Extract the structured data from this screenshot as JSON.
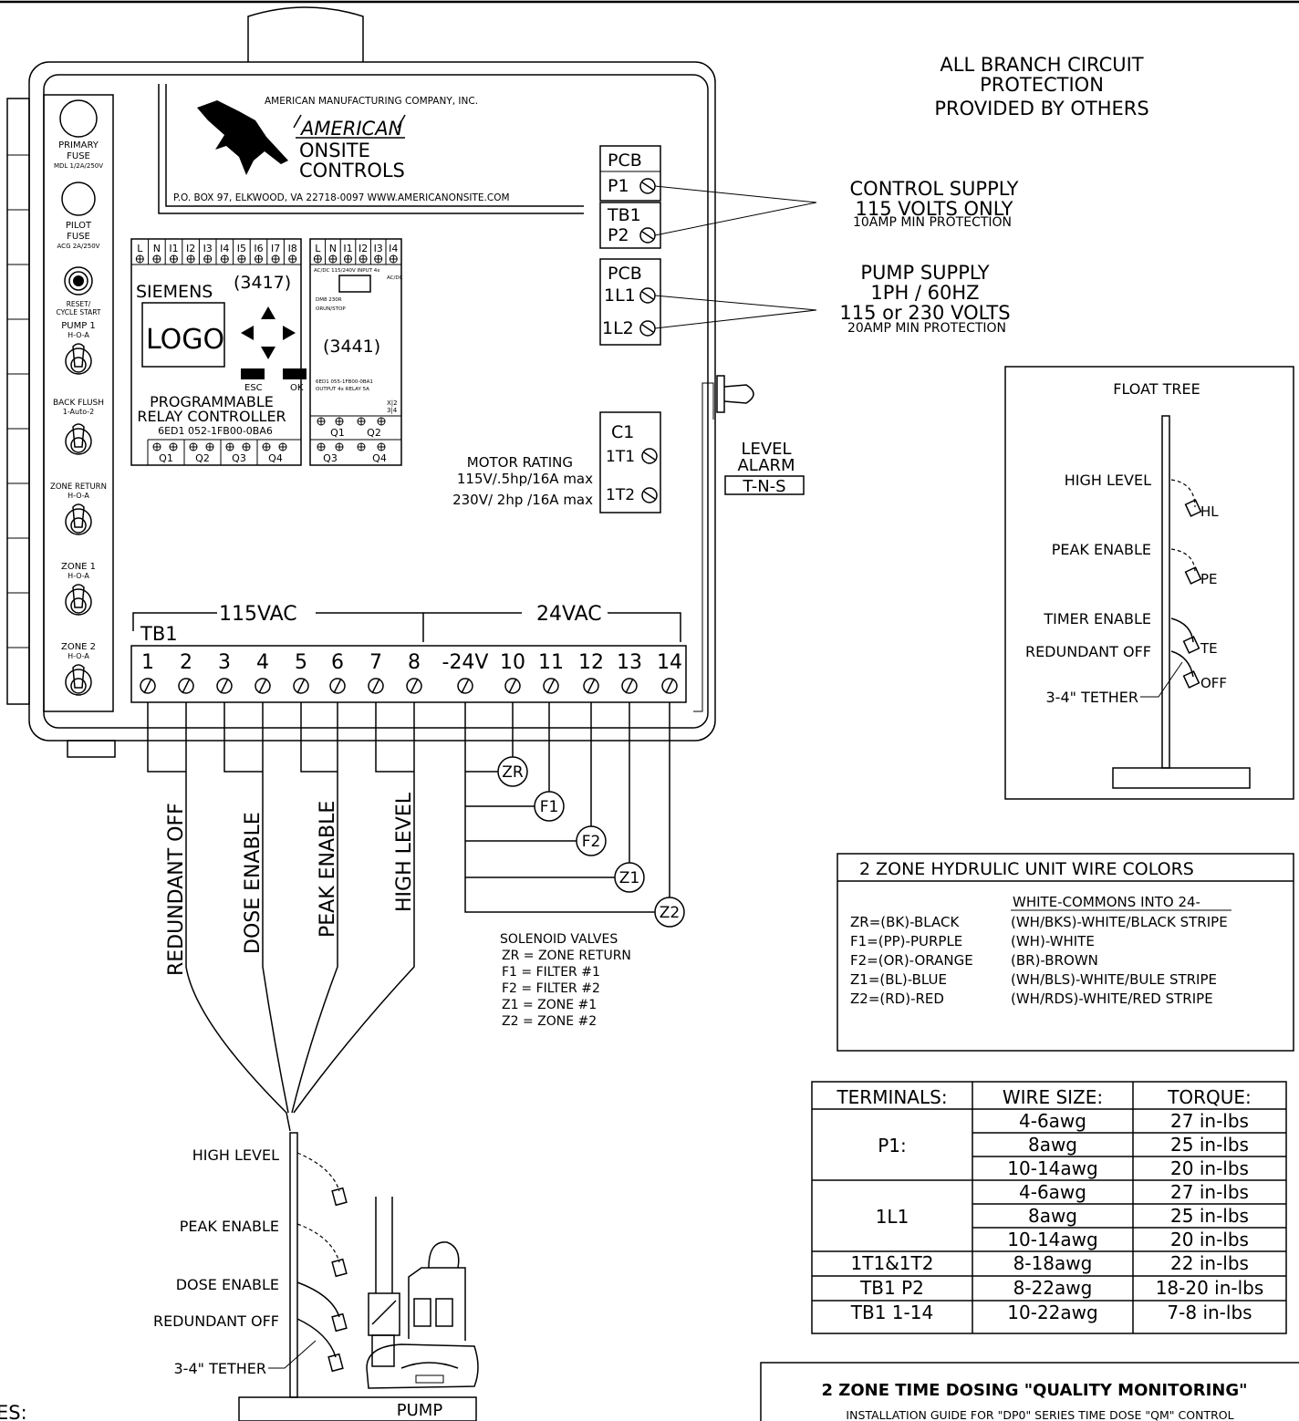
{
  "header": {
    "branch_note": [
      "ALL BRANCH CIRCUIT",
      "PROTECTION",
      "PROVIDED BY OTHERS"
    ]
  },
  "logo": {
    "company": "AMERICAN MANUFACTURING COMPANY, INC.",
    "brand_lines": [
      "AMERICAN",
      "ONSITE",
      "CONTROLS"
    ],
    "address": "P.O. BOX 97, ELKWOOD, VA 22718-0097 WWW.AMERICANONSITE.COM"
  },
  "left_panel": {
    "primary_fuse": [
      "PRIMARY",
      "FUSE",
      "MDL 1/2A/250V"
    ],
    "pilot_fuse": [
      "PILOT",
      "FUSE",
      "ACG 2A/250V"
    ],
    "reset": [
      "RESET/",
      "CYCLE START"
    ],
    "pump1": [
      "PUMP 1",
      "H-O-A"
    ],
    "back_flush": [
      "BACK FLUSH",
      "1-Auto-2"
    ],
    "zone_return": [
      "ZONE RETURN",
      "H-O-A"
    ],
    "zone1": [
      "ZONE 1",
      "H-O-A"
    ],
    "zone2": [
      "ZONE 2",
      "H-O-A"
    ]
  },
  "plc": {
    "top_labels": [
      "L",
      "N",
      "I1",
      "I2",
      "I3",
      "I4",
      "I5",
      "I6",
      "I7",
      "I8"
    ],
    "ext_top_labels": [
      "L",
      "N",
      "I1",
      "I2",
      "I3",
      "I4"
    ],
    "brand": "SIEMENS",
    "model": "(3417)",
    "screen": "LOGO",
    "esc": "ESC",
    "ok": "OK",
    "desc1": "PROGRAMMABLE",
    "desc2": "RELAY CONTROLLER",
    "part": "6ED1 052-1FB00-0BA6",
    "outputs": [
      "Q1",
      "Q2",
      "Q3",
      "Q4"
    ],
    "ext_spec": [
      "AC/DC 115/240V INPUT 4x",
      "AC/DC"
    ],
    "ext_model_small": [
      "DM8 230R",
      "ORUN/STOP"
    ],
    "ext_model": "(3441)",
    "ext_part": [
      "6ED1 055-1FB00-0BA1",
      "OUTPUT 4x RELAY 5A"
    ],
    "ext_x": "X|2",
    "ext_x2": "3|4",
    "ext_outputs_top": [
      "Q1",
      "Q2"
    ],
    "ext_outputs_bottom": [
      "Q3",
      "Q4"
    ]
  },
  "power_blocks": {
    "pcb": "PCB",
    "p1": "P1",
    "tb1": "TB1",
    "p2": "P2",
    "pcb2": "PCB",
    "l1": "1L1",
    "l2": "1L2",
    "c1": "C1",
    "t1": "1T1",
    "t2": "1T2"
  },
  "supply": {
    "control": [
      "CONTROL SUPPLY",
      "115 VOLTS ONLY",
      "10AMP MIN PROTECTION"
    ],
    "pump": [
      "PUMP SUPPLY",
      "1PH / 60HZ",
      "115 or 230 VOLTS",
      "20AMP MIN PROTECTION"
    ]
  },
  "motor": [
    "MOTOR RATING",
    "115V/.5hp/16A max",
    "230V/ 2hp /16A max"
  ],
  "alarm": [
    "LEVEL",
    "ALARM",
    "T-N-S"
  ],
  "terminal_strip": {
    "tb_label": "TB1",
    "v115": "115VAC",
    "v24": "24VAC",
    "numbers": [
      "1",
      "2",
      "3",
      "4",
      "5",
      "6",
      "7",
      "8",
      "-24V",
      "10",
      "11",
      "12",
      "13",
      "14"
    ]
  },
  "wire_labels": [
    "REDUNDANT OFF",
    "DOSE ENABLE",
    "PEAK ENABLE",
    "HIGH LEVEL"
  ],
  "solenoids": {
    "codes": [
      "ZR",
      "F1",
      "F2",
      "Z1",
      "Z2"
    ],
    "legend": [
      "SOLENOID VALVES",
      "ZR = ZONE RETURN",
      "F1 = FILTER #1",
      "F2 = FILTER #2",
      "Z1 = ZONE #1",
      "Z2 = ZONE #2"
    ]
  },
  "float_tree": {
    "title": "FLOAT TREE",
    "labels": [
      "HIGH LEVEL",
      "PEAK ENABLE",
      "TIMER ENABLE",
      "REDUNDANT OFF",
      "3-4\" TETHER"
    ],
    "codes": [
      "HL",
      "PE",
      "TE",
      "OFF"
    ]
  },
  "pump_floats": {
    "labels": [
      "HIGH LEVEL",
      "PEAK ENABLE",
      "DOSE ENABLE",
      "REDUNDANT OFF",
      "3-4\" TETHER"
    ],
    "pump": "PUMP"
  },
  "wire_colors": {
    "title": "2 ZONE HYDRULIC UNIT WIRE COLORS",
    "subheader": "WHITE-COMMONS INTO 24-",
    "rows": [
      [
        "ZR=(BK)-BLACK",
        "(WH/BKS)-WHITE/BLACK STRIPE"
      ],
      [
        "F1=(PP)-PURPLE",
        "(WH)-WHITE"
      ],
      [
        "F2=(OR)-ORANGE",
        "(BR)-BROWN"
      ],
      [
        "Z1=(BL)-BLUE",
        "(WH/BLS)-WHITE/BULE STRIPE"
      ],
      [
        "Z2=(RD)-RED",
        "(WH/RDS)-WHITE/RED STRIPE"
      ]
    ]
  },
  "torque_table": {
    "headers": [
      "TERMINALS:",
      "WIRE SIZE:",
      "TORQUE:"
    ],
    "groups": [
      {
        "terminal": "P1:",
        "rows": [
          [
            "4-6awg",
            "27 in-lbs"
          ],
          [
            "8awg",
            "25 in-lbs"
          ],
          [
            "10-14awg",
            "20 in-lbs"
          ]
        ]
      },
      {
        "terminal": "1L1",
        "rows": [
          [
            "4-6awg",
            "27 in-lbs"
          ],
          [
            "8awg",
            "25 in-lbs"
          ],
          [
            "10-14awg",
            "20 in-lbs"
          ]
        ]
      }
    ],
    "singles": [
      [
        "1T1&1T2",
        "8-18awg",
        "22 in-lbs"
      ],
      [
        "TB1     P2",
        "8-22awg",
        "18-20 in-lbs"
      ],
      [
        "TB1   1-14",
        "10-22awg",
        "7-8 in-lbs"
      ]
    ]
  },
  "title_block": {
    "title": "2 ZONE TIME DOSING \"QUALITY MONITORING\"",
    "subtitle": "INSTALLATION GUIDE FOR \"DP0\" SERIES TIME DOSE \"QM\" CONTROL"
  },
  "notes_stub": "ES:"
}
